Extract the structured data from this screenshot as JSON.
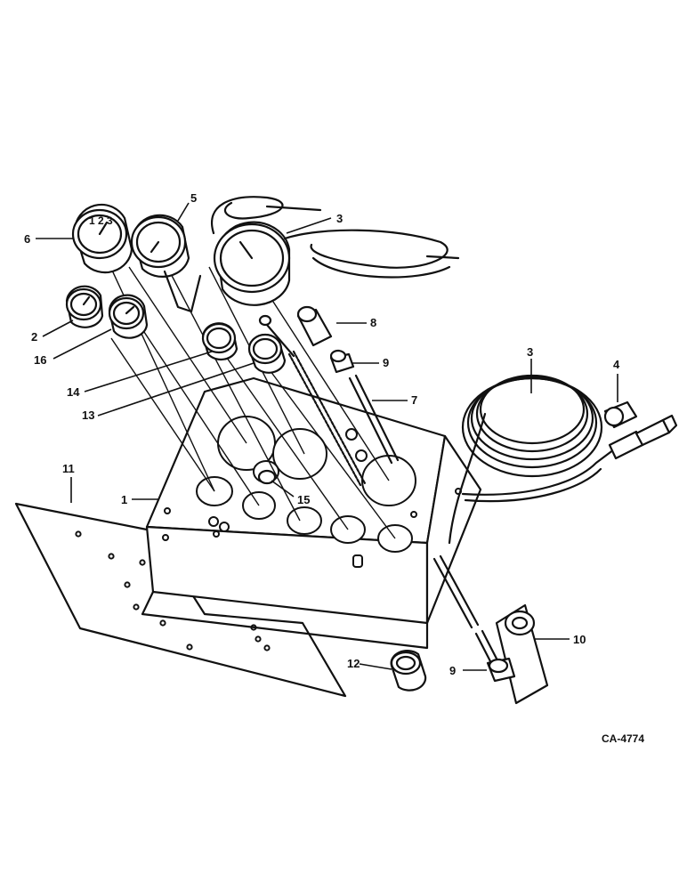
{
  "figure_code": "CA-4774",
  "callouts": [
    {
      "id": "c1",
      "label": "1"
    },
    {
      "id": "c2",
      "label": "2"
    },
    {
      "id": "c3a",
      "label": "3"
    },
    {
      "id": "c3b",
      "label": "3"
    },
    {
      "id": "c4",
      "label": "4"
    },
    {
      "id": "c5",
      "label": "5"
    },
    {
      "id": "c6",
      "label": "6"
    },
    {
      "id": "c7",
      "label": "7"
    },
    {
      "id": "c8",
      "label": "8"
    },
    {
      "id": "c9a",
      "label": "9"
    },
    {
      "id": "c9b",
      "label": "9"
    },
    {
      "id": "c10",
      "label": "10"
    },
    {
      "id": "c11",
      "label": "11"
    },
    {
      "id": "c12",
      "label": "12"
    },
    {
      "id": "c13",
      "label": "13"
    },
    {
      "id": "c14",
      "label": "14"
    },
    {
      "id": "c15",
      "label": "15"
    },
    {
      "id": "c16",
      "label": "16"
    }
  ]
}
